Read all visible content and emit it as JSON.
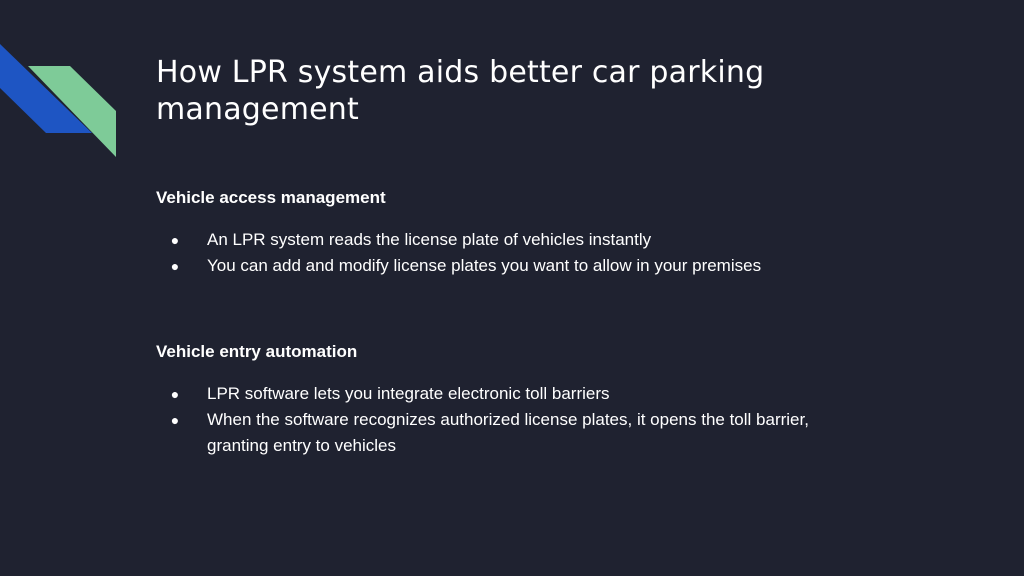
{
  "colors": {
    "background": "#1f2230",
    "accent_blue": "#1e55c3",
    "accent_green": "#7ecb98",
    "text": "#ffffff"
  },
  "slide": {
    "title": "How LPR system aids better car parking management",
    "sections": [
      {
        "heading": "Vehicle access management",
        "bullets": [
          "An LPR system reads the license plate of vehicles instantly",
          "You can add and modify license plates you want to allow in your premises"
        ]
      },
      {
        "heading": "Vehicle entry automation",
        "bullets": [
          "LPR software lets you integrate electronic toll barriers",
          "When the software recognizes authorized license plates, it opens the toll barrier, granting entry to vehicles"
        ]
      }
    ]
  }
}
